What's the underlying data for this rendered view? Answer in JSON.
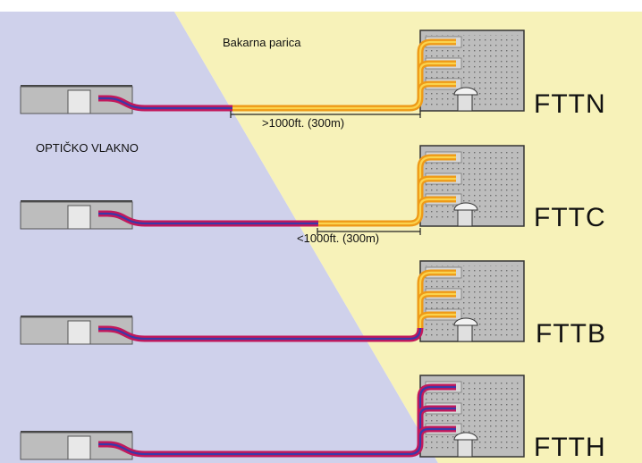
{
  "labels": {
    "copper": "Bakarna parica",
    "fiber": "OPTIČKO VLAKNO"
  },
  "rows": [
    {
      "name": "FTTN",
      "distance": ">1000ft. (300m)",
      "copper_from": "node"
    },
    {
      "name": "FTTC",
      "distance": "<1000ft. (300m)",
      "copper_from": "curb"
    },
    {
      "name": "FTTB",
      "distance": "",
      "copper_from": "building"
    },
    {
      "name": "FTTH",
      "distance": "",
      "copper_from": "none"
    }
  ],
  "colors": {
    "fiber_region": "#cfd1eb",
    "copper_region": "#f7f2b9",
    "fiber_cable": "#c2185b",
    "fiber_core": "#3a3aa8",
    "copper_cable": "#ee9a17",
    "copper_core": "#fbd34d",
    "building": "#bdbdbd"
  }
}
